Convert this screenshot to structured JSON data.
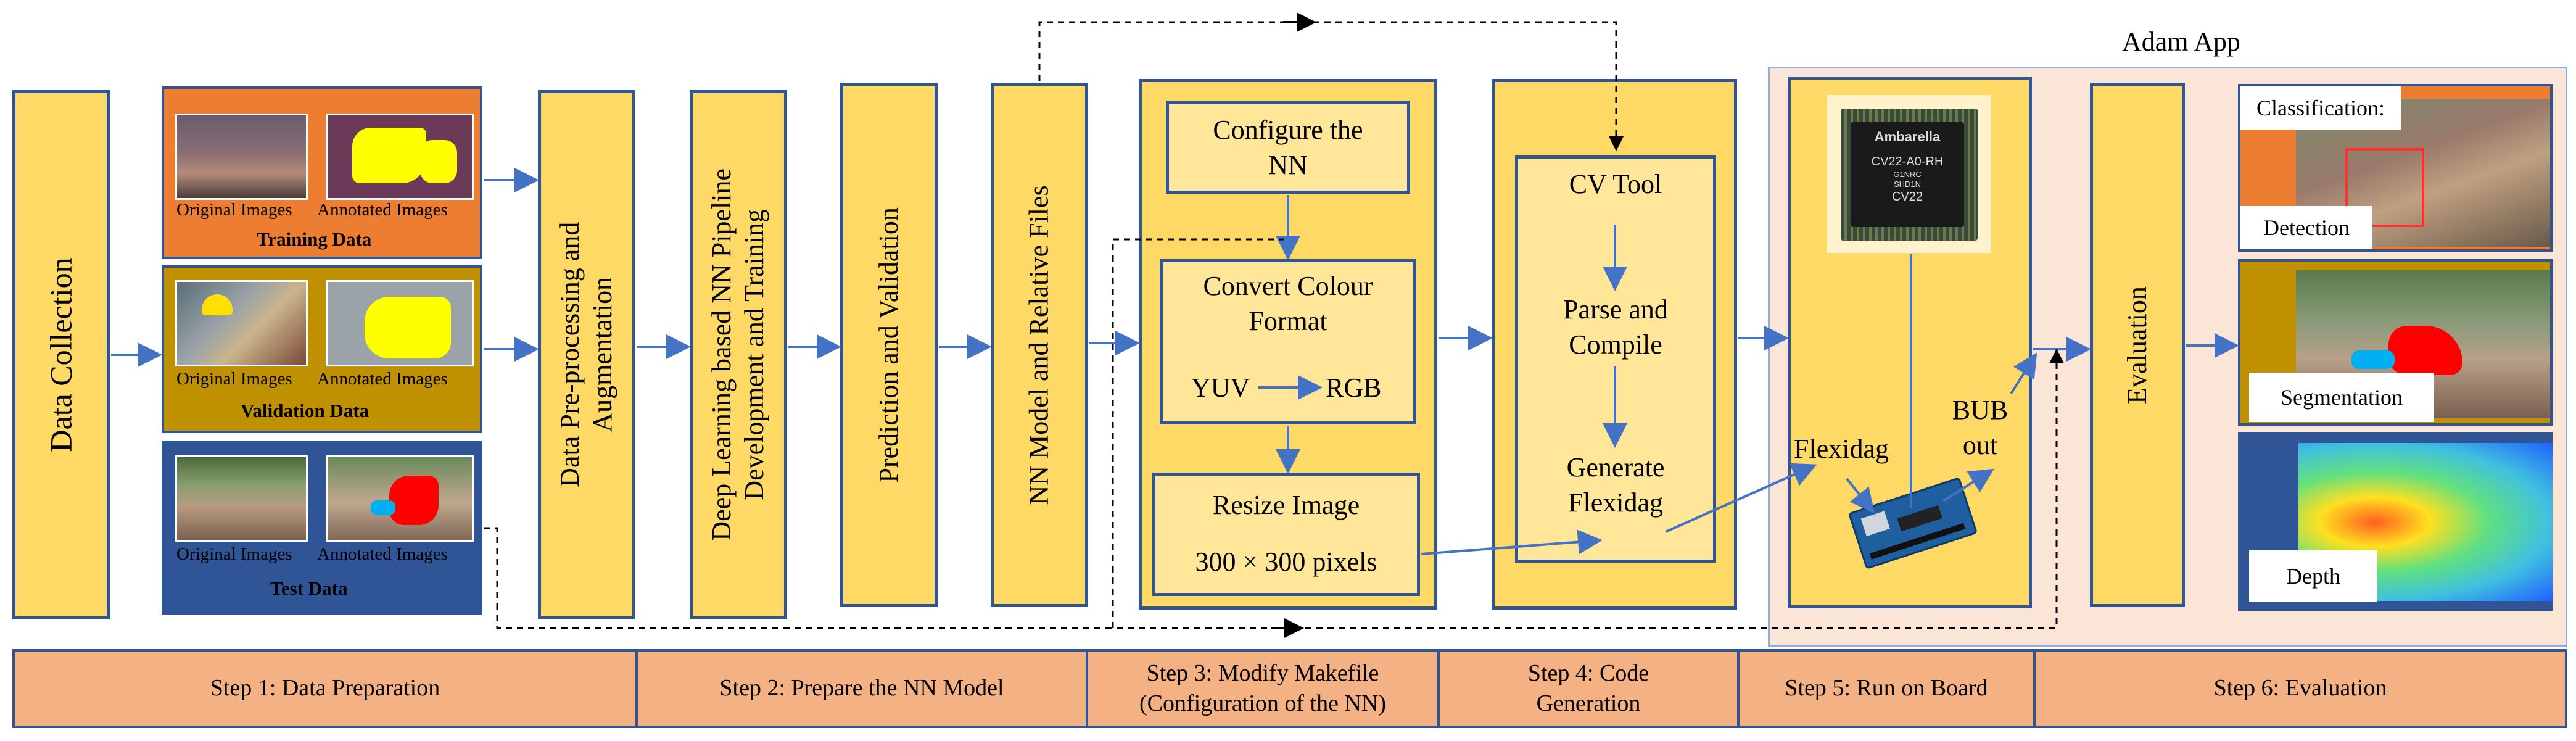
{
  "colors": {
    "box_fill": "#ffd966",
    "inner_box_fill": "#ffe699",
    "border": "#2f5597",
    "arrow": "#4472c4",
    "training_panel": "#ed7d31",
    "validation_panel": "#bf9000",
    "test_panel": "#2f5597",
    "step_fill": "#f4b183",
    "app_panel": "#fbe5d6"
  },
  "app_title": "Adam App",
  "data_collection": "Data Collection",
  "datasets": [
    {
      "title": "Training Data",
      "original": "Original Images",
      "annotated": "Annotated Images"
    },
    {
      "title": "Validation Data",
      "original": "Original Images",
      "annotated": "Annotated Images"
    },
    {
      "title": "Test Data",
      "original": "Original Images",
      "annotated": "Annotated Images"
    }
  ],
  "pipeline": {
    "preprocessing": [
      "Data Pre-processing and",
      "Augmentation"
    ],
    "dl_pipeline": [
      "Deep Learning based NN Pipeline",
      "Development and Training"
    ],
    "prediction": "Prediction and Validation",
    "nn_model": "NN Model and Relative Files"
  },
  "makefile": {
    "configure": [
      "Configure the",
      "NN"
    ],
    "convert": [
      "Convert Colour",
      "Format"
    ],
    "yuv": "YUV",
    "rgb": "RGB",
    "resize_title": "Resize Image",
    "resize_value": "300 × 300 pixels"
  },
  "code_gen": {
    "cv_tool": "CV Tool",
    "parse": [
      "Parse and",
      "Compile"
    ],
    "generate": [
      "Generate",
      "Flexidag"
    ]
  },
  "board": {
    "chip_brand": "Ambarella",
    "chip_line1": "CV22-A0-RH",
    "chip_line2": "G1NRC",
    "chip_line3": "SHD1N",
    "chip_line4": "CV22",
    "flexidag": "Flexidag",
    "bub": [
      "BUB",
      "out"
    ]
  },
  "evaluation": {
    "label": "Evaluation",
    "classification": "Classification:",
    "detection": "Detection",
    "segmentation": "Segmentation",
    "depth": "Depth"
  },
  "steps": [
    {
      "label": [
        "Step 1: Data Preparation"
      ]
    },
    {
      "label": [
        "Step 2: Prepare the NN Model"
      ]
    },
    {
      "label": [
        "Step 3: Modify Makefile",
        "(Configuration of the NN)"
      ]
    },
    {
      "label": [
        "Step 4: Code",
        "Generation"
      ]
    },
    {
      "label": [
        "Step 5: Run on Board"
      ]
    },
    {
      "label": [
        "Step 6: Evaluation"
      ]
    }
  ]
}
